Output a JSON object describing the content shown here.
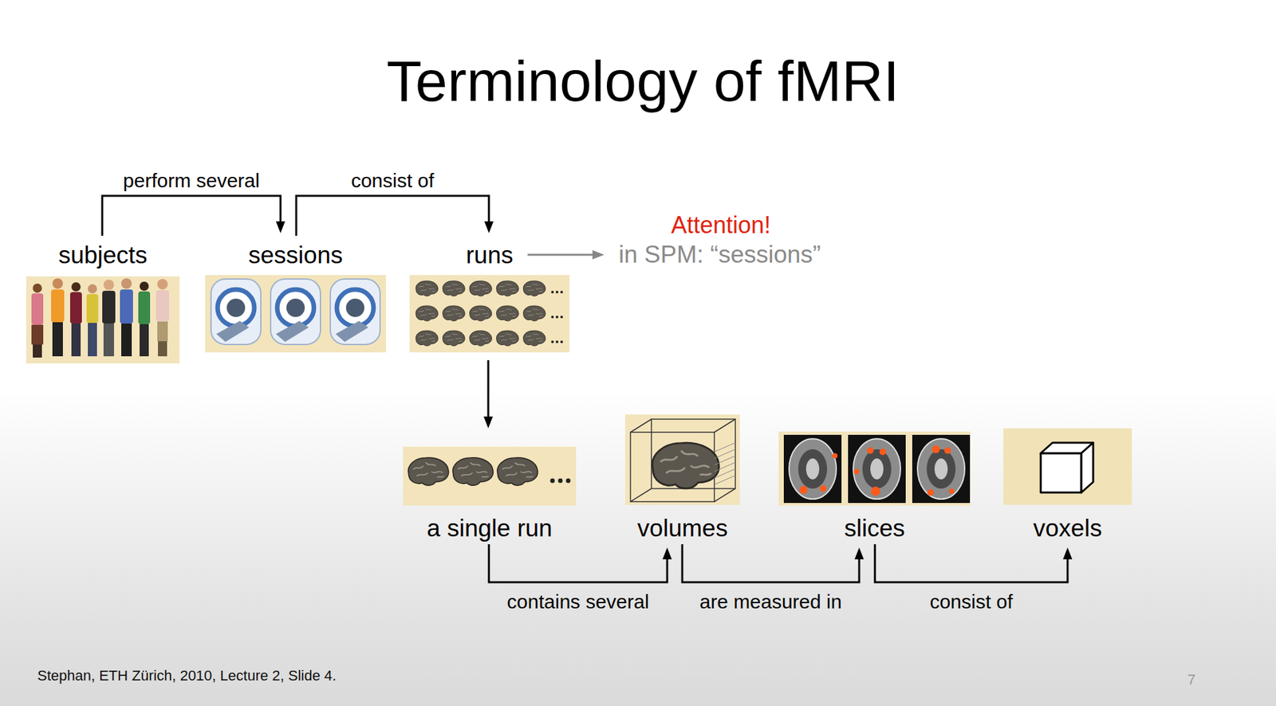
{
  "diagram": {
    "title": "Terminology of fMRI",
    "caption": "Stephan, ETH Zürich, 2010, Lecture 2, Slide 4.",
    "nodes": [
      {
        "text": [
          "subjects"
        ]
      },
      {
        "text": [
          "sessions"
        ]
      },
      {
        "text": [
          "runs"
        ]
      },
      {
        "text": [
          "a single run"
        ]
      },
      {
        "text": [
          "volumes"
        ]
      },
      {
        "text": [
          "slices"
        ]
      },
      {
        "text": [
          "voxels"
        ]
      }
    ],
    "edges": [
      {
        "from": 0,
        "to": 1,
        "label": "perform several",
        "arrow": "to"
      },
      {
        "from": 1,
        "to": 2,
        "label": "consist of",
        "arrow": "to"
      },
      {
        "from": 2,
        "to": 3,
        "arrow": "to"
      },
      {
        "from": 3,
        "to": 4,
        "label": "contains several",
        "arrow": "to"
      },
      {
        "from": 4,
        "to": 5,
        "label": "are measured in",
        "arrow": "to"
      },
      {
        "from": 5,
        "to": 6,
        "label": "consist of",
        "arrow": "to"
      }
    ],
    "labels": [
      "Attention!",
      "in SPM: “sessions”",
      "7"
    ]
  }
}
